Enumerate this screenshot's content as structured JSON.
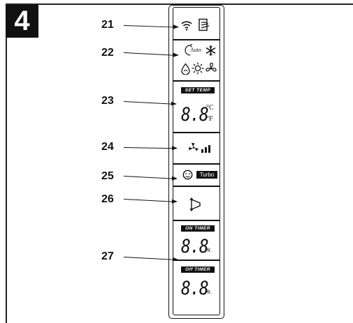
{
  "step_number": "4",
  "callouts": [
    {
      "label": "21"
    },
    {
      "label": "22"
    },
    {
      "label": "23"
    },
    {
      "label": "24"
    },
    {
      "label": "25"
    },
    {
      "label": "26"
    },
    {
      "label": "27"
    }
  ],
  "panel": {
    "auto_label": "Auto",
    "set_temp_label": "SET  TEMP",
    "temp_display": "8.8",
    "unit_celsius": "°C",
    "unit_fahrenheit": "°F",
    "turbo_label": "Turbo",
    "on_timer_label": "ON  TIMER",
    "on_timer_display": "8.8",
    "off_timer_label": "Off  TIMER",
    "off_timer_display": "8.8",
    "hours_unit": "Hr."
  },
  "icons": [
    "wifi-icon",
    "signal-icon",
    "auto-mode-icon",
    "snowflake-icon",
    "dry-mode-icon",
    "sun-icon",
    "fan-icon",
    "fan-speed-icon",
    "signal-bars-icon",
    "sleep-icon",
    "swing-icon"
  ]
}
